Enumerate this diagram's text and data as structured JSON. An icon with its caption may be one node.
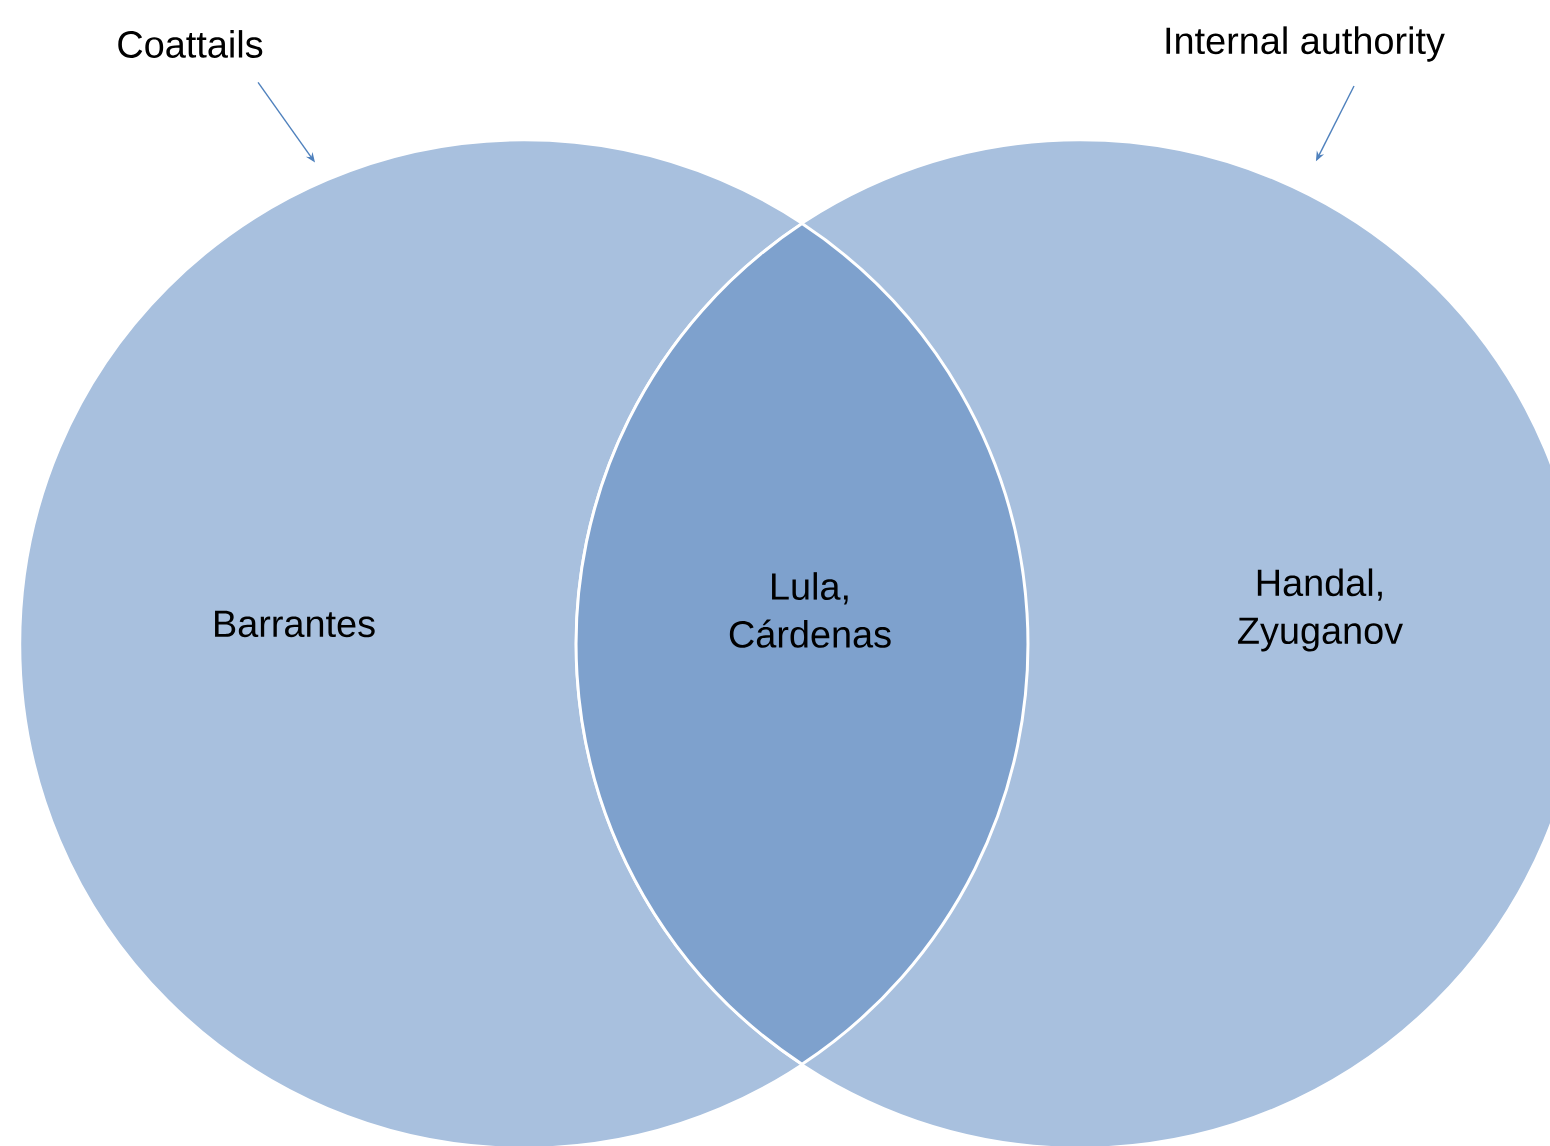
{
  "diagram": {
    "nodes": [
      {
        "text": [
          "Coattails"
        ]
      },
      {
        "text": [
          "Internal authority"
        ]
      },
      {
        "text": [
          "Barrantes"
        ]
      },
      {
        "text": [
          "Handal, Zyuganov"
        ]
      },
      {
        "text": [
          "Lula, Cárdenas"
        ]
      }
    ],
    "edges": [
      {
        "from": 0,
        "to": 2,
        "arrow": "to"
      },
      {
        "from": 1,
        "to": 3,
        "arrow": "to"
      }
    ]
  }
}
